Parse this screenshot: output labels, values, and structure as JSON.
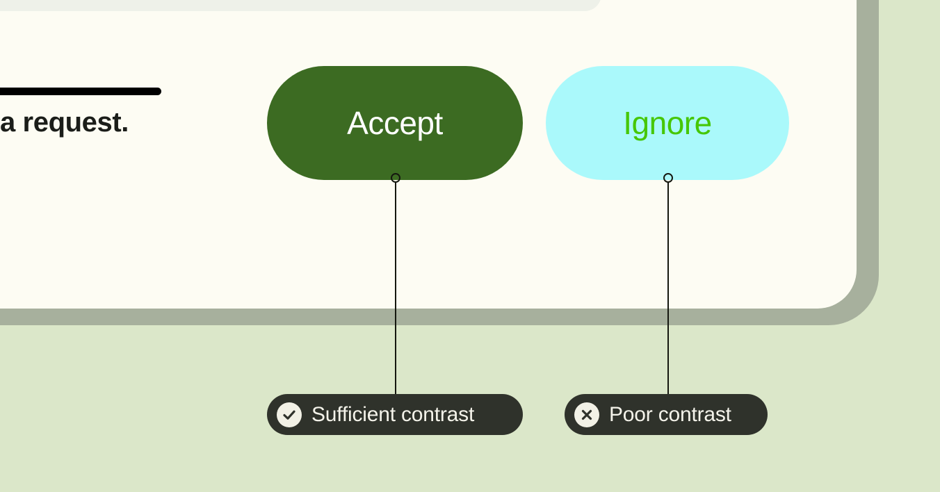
{
  "page": {
    "background_color": "#dbe7c9",
    "frame_color": "#a7b09d",
    "screen_color": "#fdfcf3",
    "card_color": "#eef1e9"
  },
  "content": {
    "body_text_fragment": "a request.",
    "body_text_color": "#1b1d19"
  },
  "actions": {
    "accept": {
      "label": "Accept",
      "background_color": "#3c6b22",
      "text_color": "#ffffff"
    },
    "ignore": {
      "label": "Ignore",
      "background_color": "#aaf9fb",
      "text_color": "#46c706"
    }
  },
  "annotations": [
    {
      "label": "Sufficient contrast",
      "icon": "check-circle-icon",
      "pill_color": "#2f322b",
      "text_color": "#f4f3ea",
      "icon_circle_color": "#f2f1e6",
      "targets": "accept"
    },
    {
      "label": "Poor contrast",
      "icon": "x-circle-icon",
      "pill_color": "#2f322b",
      "text_color": "#f4f3ea",
      "icon_circle_color": "#f2f1e6",
      "targets": "ignore"
    }
  ],
  "system": {
    "home_indicator_color": "#000000"
  }
}
